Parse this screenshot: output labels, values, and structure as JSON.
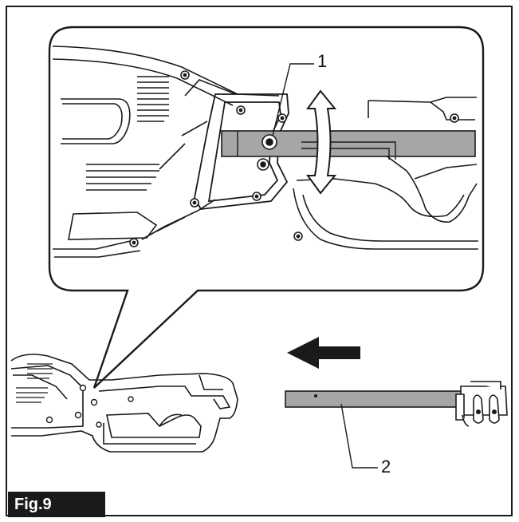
{
  "figure": {
    "label": "Fig.9",
    "callouts": [
      {
        "id": "1",
        "text": "1"
      },
      {
        "id": "2",
        "text": "2"
      }
    ],
    "colors": {
      "line": "#1a1a1a",
      "bar_fill": "#a6a6a6",
      "label_bg": "#1a1a1a",
      "label_text": "#ffffff",
      "background": "#ffffff"
    },
    "icons": [
      "double-headed-arrow-icon",
      "left-arrow-icon",
      "screw-icon"
    ]
  }
}
